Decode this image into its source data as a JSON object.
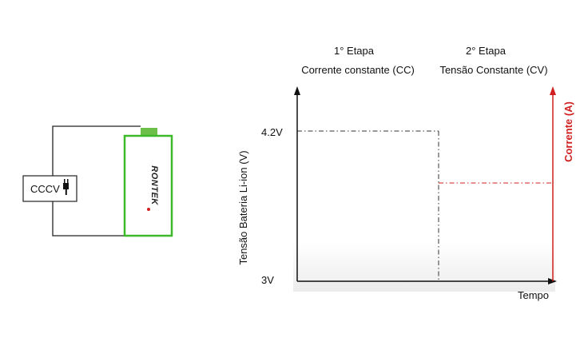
{
  "circuit": {
    "charger_label": "CCCV",
    "battery_brand": "RONTEK",
    "colors": {
      "battery": "#3cba2a",
      "terminal": "#6cc04a",
      "brand_accent": "#d11f1f"
    }
  },
  "chart_data": {
    "type": "line",
    "stages": [
      {
        "number": "1° Etapa",
        "name": "Corrente constante (CC)"
      },
      {
        "number": "2° Etapa",
        "name": "Tensão Constante (CV)"
      }
    ],
    "xlabel": "Tempo",
    "ylabel": "Tensão Bateria Li-ion (V)",
    "ylabel_right": "Corrente (A)",
    "y_ticks": [
      "4.2V",
      "3V"
    ],
    "series": [
      {
        "segments": [
          {
            "x": [
              0,
              0.5
            ],
            "y": [
              "4.2V",
              "4.2V"
            ]
          },
          {
            "x": [
              0.5,
              0.5
            ],
            "y": [
              "4.2V",
              "3V"
            ]
          }
        ],
        "color": "#333333"
      },
      {
        "segments": [
          {
            "x": [
              0.5,
              1.0
            ],
            "y": [
              0.65,
              0.65
            ]
          }
        ],
        "color": "#d11f1f"
      }
    ],
    "colors": {
      "axis": "#111111",
      "right_axis": "#d11f1f",
      "background_gradient": "#ececec"
    }
  }
}
